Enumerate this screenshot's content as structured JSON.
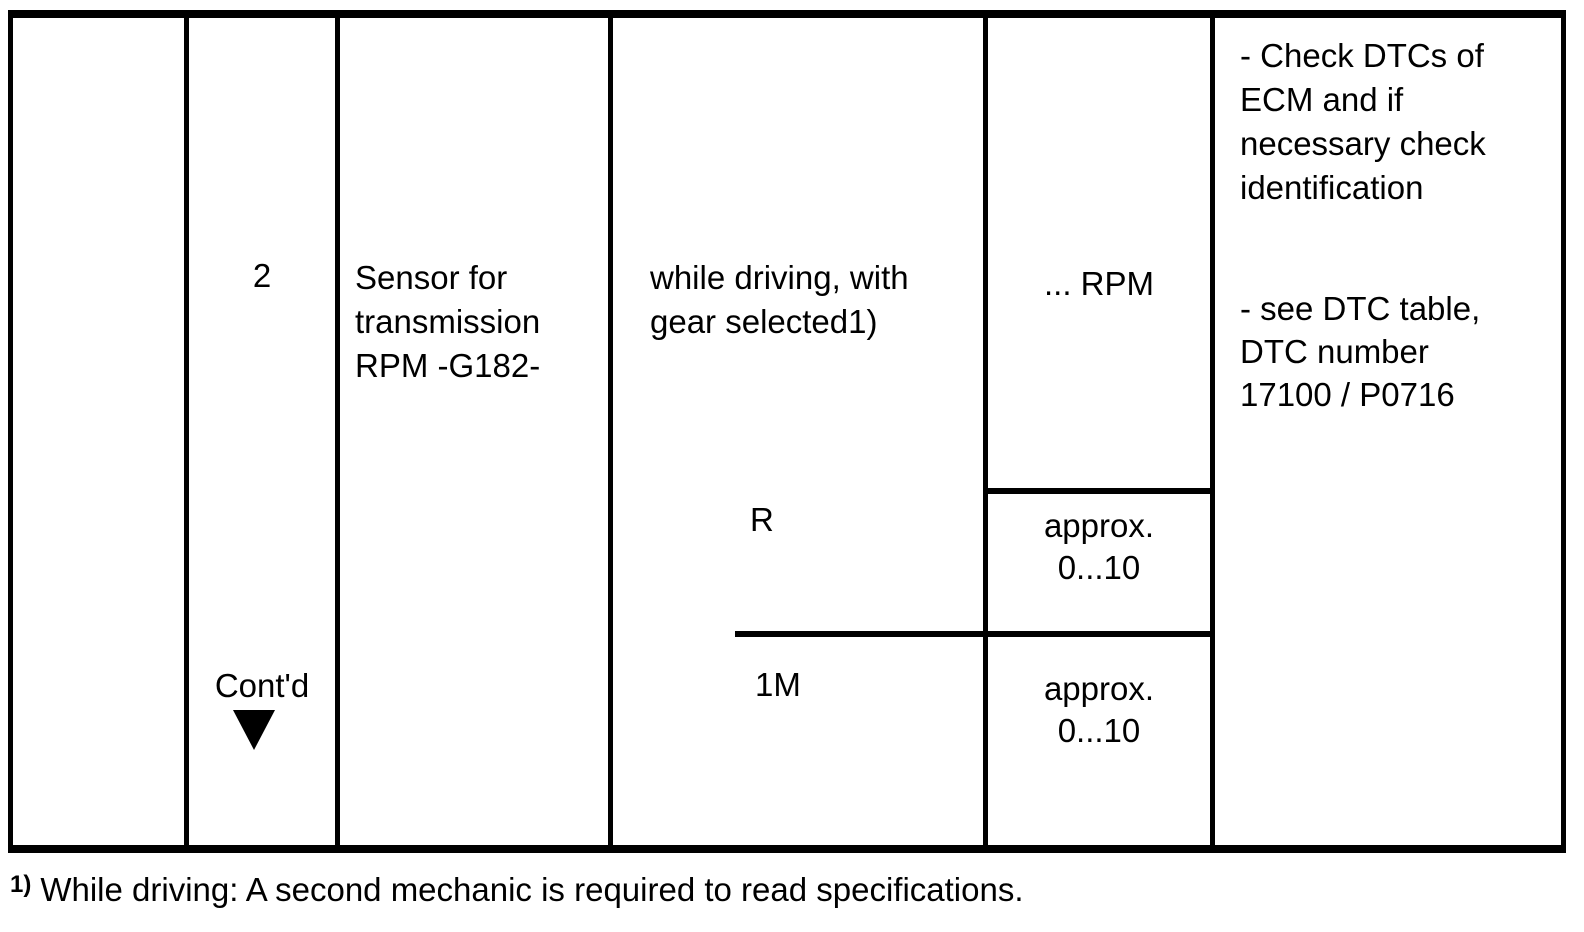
{
  "page": {
    "background": "#ffffff",
    "text_color": "#000000",
    "line_color": "#000000"
  },
  "table": {
    "step_column": {
      "step_number": "2",
      "contd_label": "Cont'd",
      "contd_icon": "down-triangle-icon"
    },
    "component_column": {
      "component": "Sensor for\ntransmission\nRPM -G182-"
    },
    "condition_column": {
      "condition": "while driving, with\ngear selected1)",
      "gear_r": "R",
      "gear_1m": "1M"
    },
    "value_column": {
      "display_unit": "... RPM",
      "value_r": "approx.\n0...10",
      "value_1m": "approx.\n0...10"
    },
    "action_column": {
      "note_check": "- Check DTCs of\nECM and if\nnecessary check\nidentification",
      "note_dtc": "- see DTC table,\nDTC number\n17100 / P0716"
    }
  },
  "footnote": {
    "marker": "1)",
    "text": "While driving: A second mechanic is required to read specifications."
  }
}
